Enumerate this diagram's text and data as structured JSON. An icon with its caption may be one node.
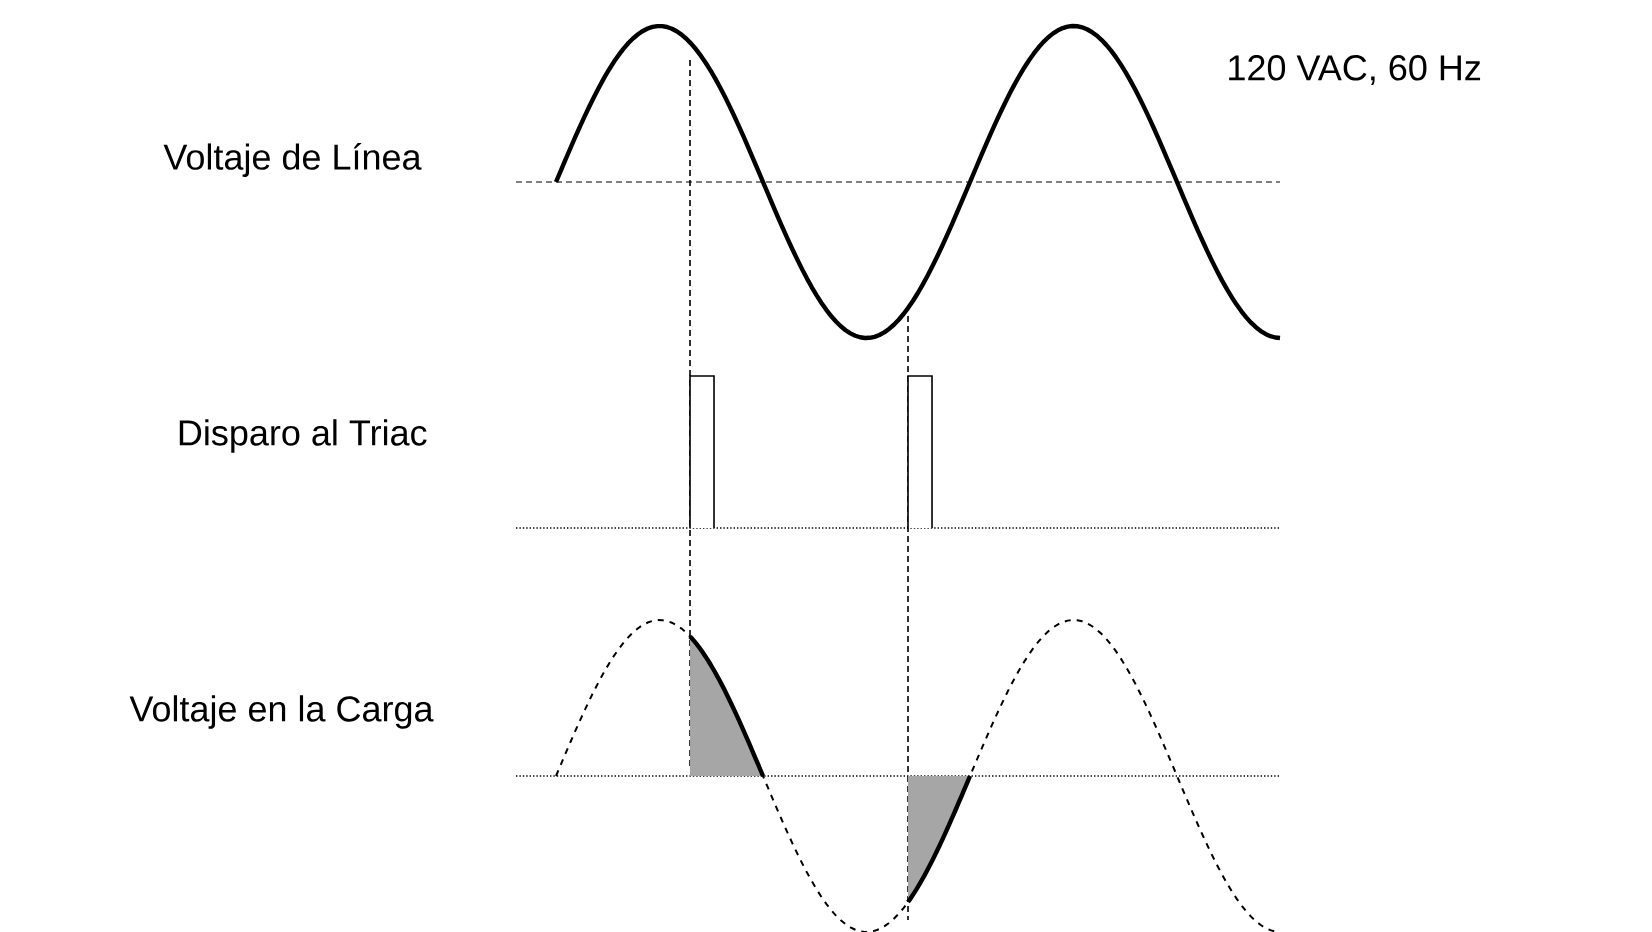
{
  "diagram": {
    "labels": [
      "Voltaje de Línea",
      "120 VAC, 60 Hz",
      "Disparo al Triac",
      "Voltaje en la Carga"
    ]
  }
}
